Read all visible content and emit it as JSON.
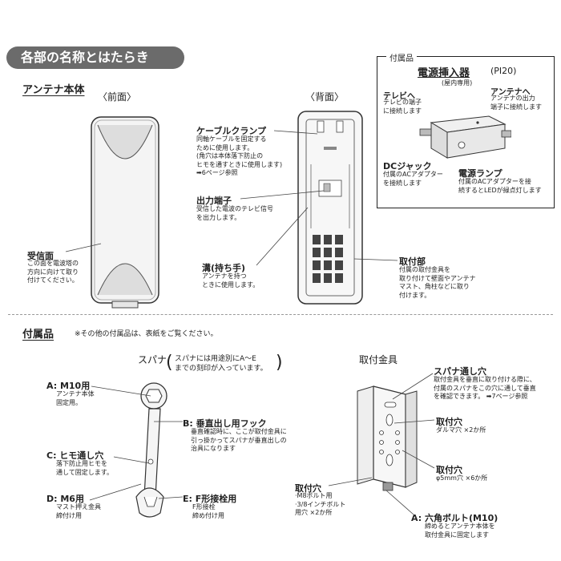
{
  "header": {
    "title": "各部の名称とはたらき"
  },
  "antenna": {
    "section": "アンテナ本体",
    "front": "〈前面〉",
    "back": "〈背面〉",
    "receiver": {
      "label": "受信面",
      "desc": [
        "この面を電波塔の",
        "方向に向けて取り",
        "付けてください。"
      ]
    },
    "clamp": {
      "label": "ケーブルクランプ",
      "desc": [
        "同軸ケーブルを固定する",
        "ために使用します。",
        "(角穴は本体落下防止の",
        "ヒモを通すときに使用します)",
        "➡6ページ参照"
      ]
    },
    "output": {
      "label": "出力端子",
      "desc": [
        "受信した電波のテレビ信号",
        "を出力します。"
      ]
    },
    "groove": {
      "label": "溝(持ち手)",
      "desc": [
        "アンテナを持つ",
        "ときに使用します。"
      ]
    },
    "mount": {
      "label": "取付部",
      "desc": [
        "付属の取付金具を",
        "取り付けて壁面やアンテナ",
        "マスト、角柱などに取り",
        "付けます。"
      ]
    }
  },
  "injector": {
    "box_title": "付属品",
    "name": "電源挿入器",
    "model": "(PI20)",
    "indoor": "(屋内専用)",
    "tv": {
      "label": "テレビへ",
      "desc": [
        "テレビの端子",
        "に接続します"
      ]
    },
    "ant": {
      "label": "アンテナへ",
      "desc": [
        "アンテナの出力",
        "端子に接続します"
      ]
    },
    "dc": {
      "label": "DCジャック",
      "desc": [
        "付属のACアダプター",
        "を接続します"
      ]
    },
    "lamp": {
      "label": "電源ランプ",
      "desc": [
        "付属のACアダプターを接",
        "続するとLEDが緑点灯します"
      ]
    }
  },
  "accessories": {
    "section": "付属品",
    "note": "※その他の付属品は、表紙をご覧ください。",
    "spanner": {
      "title": "スパナ",
      "paren": [
        "スパナには用途別にA〜E",
        "までの刻印が入っています。"
      ],
      "a": {
        "label": "A: M10用",
        "desc": [
          "アンテナ本体",
          "固定用。"
        ]
      },
      "b": {
        "label": "B: 垂直出し用フック",
        "desc": [
          "垂直確認時に、ここが取付金具に",
          "引っ掛かってスパナが垂直出しの",
          "治具になります"
        ]
      },
      "c": {
        "label": "C: ヒモ通し穴",
        "desc": [
          "落下防止用ヒモを",
          "通して固定します。"
        ]
      },
      "d": {
        "label": "D: M6用",
        "desc": [
          "マスト押え金具",
          "締付け用"
        ]
      },
      "e": {
        "label": "E: F形接栓用",
        "desc": [
          "F形接栓",
          "締め付け用"
        ]
      }
    },
    "bracket": {
      "title": "取付金具",
      "spanner_hole": {
        "label": "スパナ通し穴",
        "desc": [
          "取付金具を垂直に取り付ける際に、",
          "付属のスパナをこの穴に通して垂直",
          "を確認できます。 ➡7ページ参照"
        ]
      },
      "hole1": {
        "label": "取付穴",
        "desc": [
          "ダルマ穴 ×2か所"
        ]
      },
      "hole2": {
        "label": "取付穴",
        "desc": [
          "φ5mm穴 ×6か所"
        ]
      },
      "hole3": {
        "label": "取付穴",
        "desc": [
          "·M8ボルト用",
          "·3/8インチボルト",
          "  用穴 ×2か所"
        ]
      },
      "bolt": {
        "label": "A: 六角ボルト(M10)",
        "desc": [
          "締めるとアンテナ本体を",
          "取付金具に固定します"
        ]
      }
    }
  }
}
